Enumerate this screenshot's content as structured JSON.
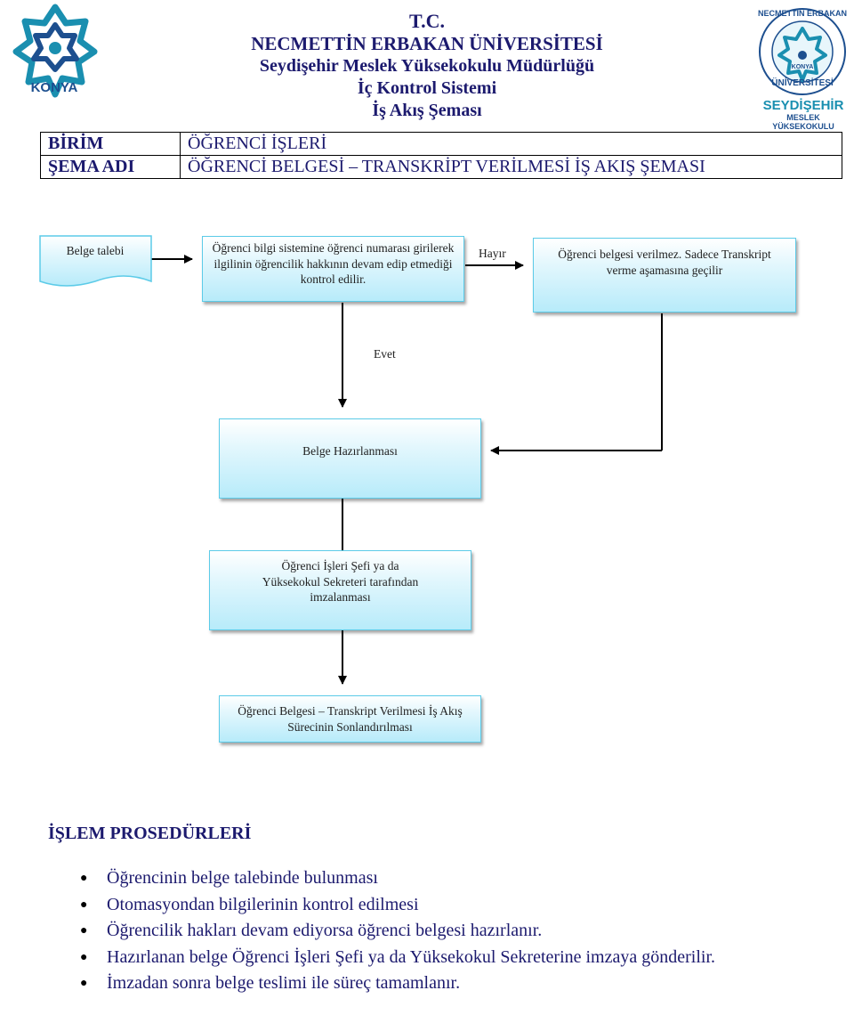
{
  "header": {
    "line1": "T.C.",
    "line2": "NECMETTİN ERBAKAN ÜNİVERSİTESİ",
    "line3": "Seydişehir Meslek Yüksekokulu Müdürlüğü",
    "line4": "İç Kontrol Sistemi",
    "line5": "İş Akış Şeması"
  },
  "logos": {
    "left_text": "KONYA",
    "right_ring_top": "NECMETTİN ERBAKAN",
    "right_ring_bottom": "ÜNİVERSİTESİ",
    "right_center": "KONYA",
    "right_sub1": "SEYDİŞEHİR",
    "right_sub2": "MESLEK YÜKSEKOKULU"
  },
  "info": {
    "unit_label": "BİRİM",
    "unit_value": "ÖĞRENCİ İŞLERİ",
    "scheme_label": "ŞEMA ADI",
    "scheme_value": "ÖĞRENCİ BELGESİ – TRANSKRİPT VERİLMESİ İŞ AKIŞ ŞEMASI"
  },
  "flow": {
    "start": "Belge talebi",
    "check": "Öğrenci bilgi sistemine öğrenci numarası girilerek ilgilinin öğrencilik hakkının devam edip etmediği kontrol edilir.",
    "no_label": "Hayır",
    "no_result": "Öğrenci belgesi verilmez. Sadece Transkript verme aşamasına geçilir",
    "yes_label": "Evet",
    "prepare": "Belge Hazırlanması",
    "sign": "Öğrenci İşleri Şefi ya da Yüksekokul Sekreteri tarafından imzalanması",
    "end": "Öğrenci Belgesi – Transkript Verilmesi İş Akış Sürecinin Sonlandırılması"
  },
  "procedures": {
    "title": "İŞLEM PROSEDÜRLERİ",
    "items": [
      "Öğrencinin belge talebinde bulunması",
      "Otomasyondan bilgilerinin kontrol edilmesi",
      "Öğrencilik hakları devam ediyorsa öğrenci belgesi hazırlanır.",
      "Hazırlanan belge Öğrenci İşleri Şefi ya da Yüksekokul Sekreterine imzaya gönderilir.",
      "İmzadan sonra belge teslimi ile süreç tamamlanır."
    ]
  },
  "colors": {
    "title_navy": "#1c1a6e",
    "logo_teal": "#1a8fb0",
    "logo_blue": "#1d4f8f",
    "box_border": "#5ccbe8",
    "box_fill": "#b7ebfa"
  }
}
